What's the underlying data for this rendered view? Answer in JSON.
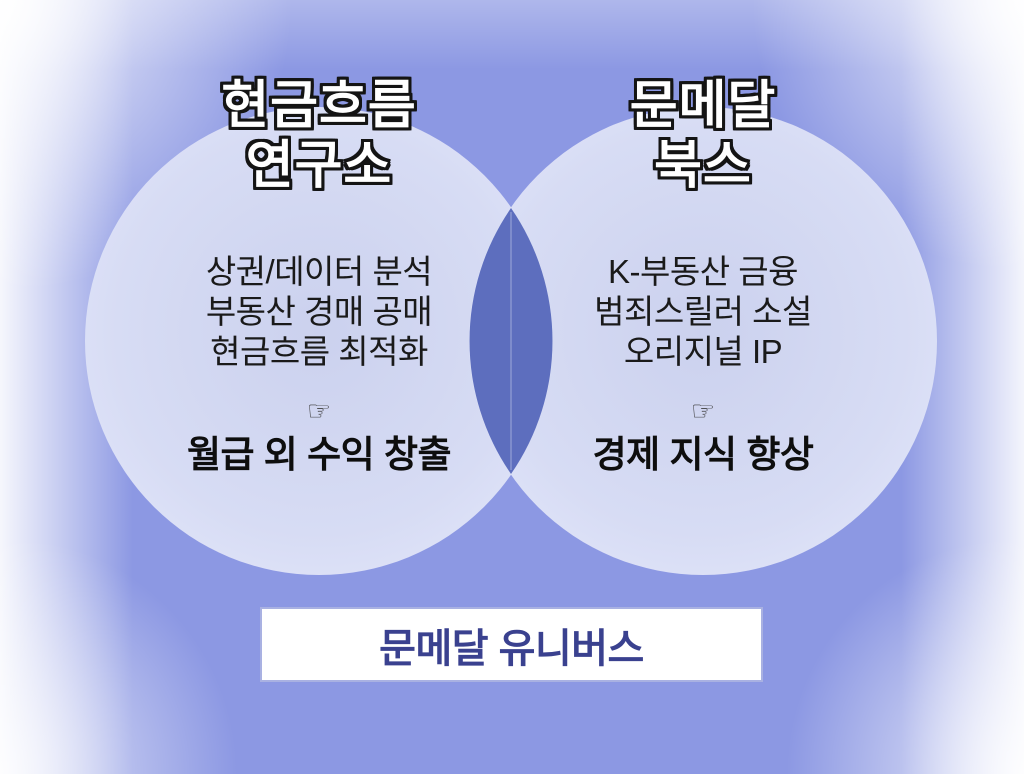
{
  "venn": {
    "left_circle": {
      "title_lines": [
        "현금흐름",
        "연구소"
      ],
      "items": [
        "상권/데이터 분석",
        "부동산 경매 공매",
        "현금흐름 최적화"
      ],
      "pointer_icon": "☞",
      "highlight": "월급 외 수익 창출"
    },
    "right_circle": {
      "title_lines": [
        "문메달",
        "북스"
      ],
      "items": [
        "K-부동산 금융",
        "범죄스릴러 소설",
        "오리지널 IP"
      ],
      "pointer_icon": "☞",
      "highlight": "경제 지식 향상"
    },
    "footer_label": "문메달 유니버스"
  },
  "colors": {
    "background": "#8c98e3",
    "edge_glow": "#ffffff",
    "circle_fill": "#d6dbf4",
    "circle_fill_center": "#cbd1ee",
    "overlap_fill": "#5d6ebe",
    "title_text": "#ffffff",
    "title_outline": "#141414",
    "body_text": "#1a1a1a",
    "highlight_text": "#0e0e0e",
    "footer_text": "#3a418f",
    "footer_background": "#ffffff",
    "footer_border": "#a9b1e2"
  }
}
